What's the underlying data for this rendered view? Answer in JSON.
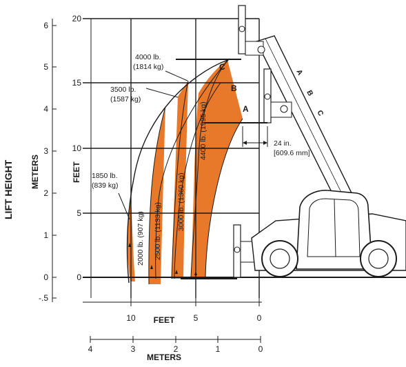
{
  "title": "LIFT HEIGHT",
  "colors": {
    "zone": "#e8792b",
    "line": "#1a1a1a"
  },
  "axes": {
    "meters_label": "METERS",
    "feet_label": "FEET",
    "y_meters_ticks": [
      "6",
      "5",
      "4",
      "3",
      "2",
      "1",
      "0",
      "-.5"
    ],
    "y_feet_ticks": [
      "20",
      "15",
      "10",
      "5",
      "0"
    ],
    "x_feet_label": "FEET",
    "x_feet_ticks": [
      "10",
      "5",
      "0"
    ],
    "x_meters_label": "METERS",
    "x_meters_ticks": [
      "4",
      "3",
      "2",
      "1",
      "0"
    ]
  },
  "boom_positions": [
    "A",
    "B",
    "C"
  ],
  "capacities": {
    "c4000": "4000 lb.",
    "c4000_kg": "(1814 kg)",
    "c3500": "3500 lb.",
    "c3500_kg": "(1587 kg)",
    "c1850": "1850 lb.",
    "c1850_kg": "(839 kg)",
    "c2000": "2000 lb. (907 kg)",
    "c2500": "2500 lb. (1133 kg)",
    "c3000": "3000 lb. (1360 kg)",
    "c4400": "4400 lb. (1995 kg)"
  },
  "load_center": {
    "line1": "24 in.",
    "line2": "[609.6 mm]"
  },
  "boom_labels": [
    "A",
    "B",
    "C"
  ]
}
